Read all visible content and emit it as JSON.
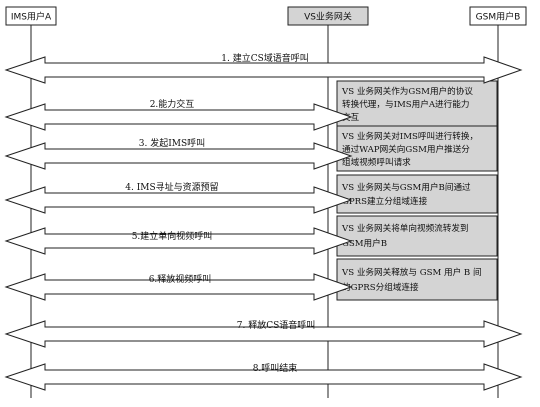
{
  "participants": {
    "a": "IMS用户A",
    "vs": "VS业务网关",
    "b": "GSM用户B"
  },
  "steps": [
    "1. 建立CS域语音呼叫",
    "2.能力交互",
    "3. 发起IMS呼叫",
    "4. IMS寻址与资源预留",
    "5.建立单向视频呼叫",
    "6.释放视频呼叫",
    "7. 释放CS语音呼叫",
    "8.呼叫结束"
  ],
  "notes": [
    [
      "VS 业务网关作为GSM用户的协议",
      "转换代理，与IMS用户A进行能力",
      "交互"
    ],
    [
      "VS 业务网关对IMS呼叫进行转换，",
      "通过WAP网关向GSM用户推送分",
      "组域视频呼叫请求"
    ],
    [
      "VS 业务网关与GSM用户B间通过",
      "GPRS建立分组域连接"
    ],
    [
      "VS 业务网关将单向视频流转发到",
      "GSM用户B"
    ],
    [
      "VS 业务网关释放与 GSM 用户 B 间",
      "的GPRS分组域连接"
    ]
  ],
  "colors": {
    "note_fill": "#d4d4d4",
    "header_fill_vs": "#d4d4d4",
    "line": "#222222"
  }
}
